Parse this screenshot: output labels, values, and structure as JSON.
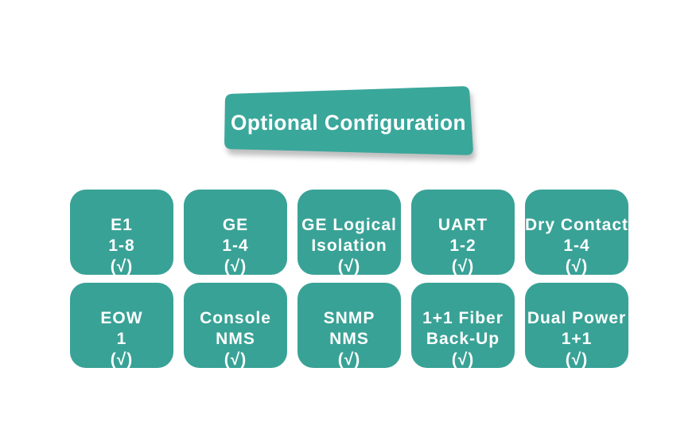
{
  "page": {
    "background_color": "#ffffff"
  },
  "banner": {
    "label": "Optional Configuration",
    "color": "#3aa79b",
    "text_color": "#ffffff"
  },
  "cards_grid": {
    "rows": 2,
    "columns": 5,
    "card_color": "#39a296",
    "text_color": "#ffffff",
    "cards": [
      {
        "name": "card-e1",
        "lines": [
          "E1",
          "1-8",
          "(√)"
        ]
      },
      {
        "name": "card-ge",
        "lines": [
          "GE",
          "1-4",
          "(√)"
        ]
      },
      {
        "name": "card-ge-logical-isolation",
        "lines": [
          "GE Logical",
          "Isolation",
          "(√)"
        ]
      },
      {
        "name": "card-uart",
        "lines": [
          "UART",
          "1-2",
          "(√)"
        ]
      },
      {
        "name": "card-dry-contact",
        "lines": [
          "Dry Contact",
          "1-4",
          "(√)"
        ]
      },
      {
        "name": "card-eow",
        "lines": [
          "EOW",
          "1",
          "(√)"
        ]
      },
      {
        "name": "card-console-nms",
        "lines": [
          "Console",
          "NMS",
          "(√)"
        ]
      },
      {
        "name": "card-snmp-nms",
        "lines": [
          "SNMP",
          "NMS",
          "(√)"
        ]
      },
      {
        "name": "card-fiber-backup",
        "lines": [
          "1+1 Fiber",
          "Back-Up",
          "(√)"
        ]
      },
      {
        "name": "card-dual-power",
        "lines": [
          "Dual Power",
          "1+1",
          "(√)"
        ]
      }
    ]
  }
}
